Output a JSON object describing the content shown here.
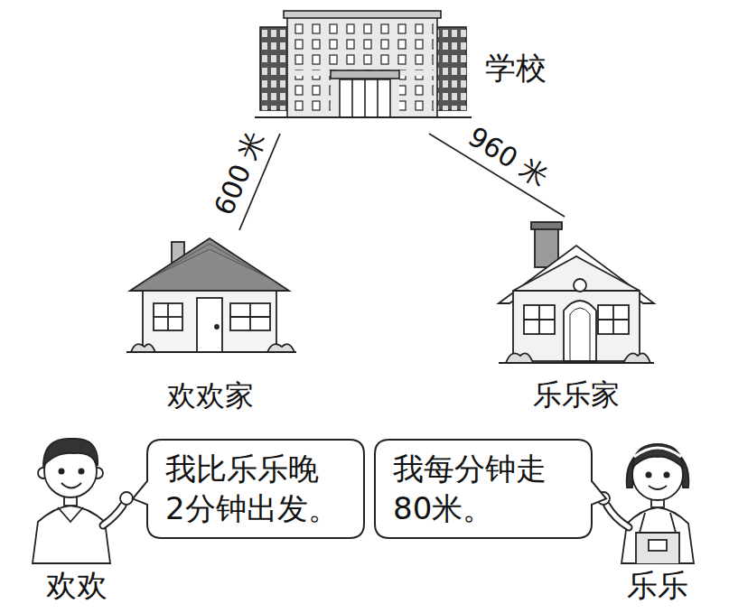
{
  "diagram": {
    "nodes": [
      {
        "text": [
          "学校"
        ]
      },
      {
        "text": [
          "欢欢家"
        ]
      },
      {
        "text": [
          "乐乐家"
        ]
      },
      {
        "text": [
          "我比乐乐晚 2分钟出发。"
        ]
      },
      {
        "text": [
          "我每分钟走 80米。"
        ]
      }
    ],
    "edges": [
      {
        "from": 0,
        "to": 1,
        "arrow": "none",
        "label": "600 米"
      },
      {
        "from": 0,
        "to": 2,
        "arrow": "none",
        "label": "960 米"
      }
    ],
    "labels": [
      "欢欢",
      "乐乐"
    ]
  }
}
